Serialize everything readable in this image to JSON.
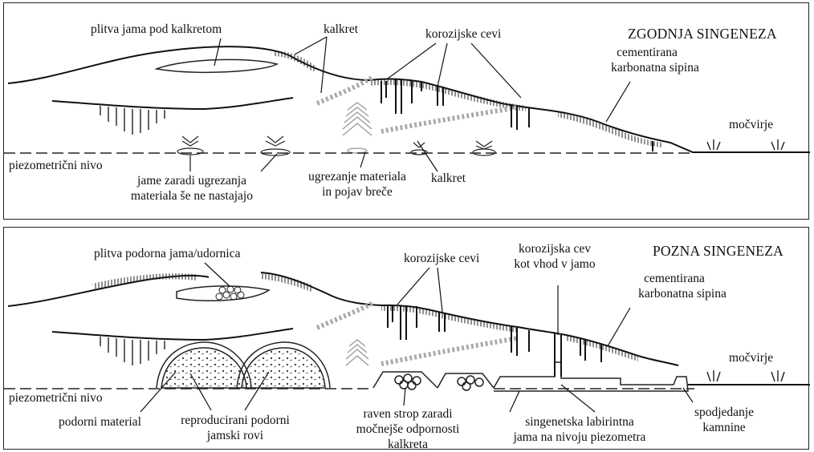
{
  "top": {
    "title": "ZGODNJA SINGENEZA",
    "labels": {
      "shallow_pit": "plitva jama pod kalkretom",
      "calcrete_1": "kalkret",
      "corrosion_pipes": "korozijske cevi",
      "cemented_dune_1": "cementirana",
      "cemented_dune_2": "karbonatna sipina",
      "marsh": "močvirje",
      "piezo": "piezometrični nivo",
      "pits_not_1": "jame zaradi ugrezanja",
      "pits_not_2": "materiala še ne nastajajo",
      "subsidence_1": "ugrezanje materiala",
      "subsidence_2": "in pojav breče",
      "calcrete_2": "kalkret"
    }
  },
  "bottom": {
    "title": "POZNA SINGENEZA",
    "labels": {
      "doline": "plitva podorna jama/udornica",
      "corrosion_pipes": "korozijske cevi",
      "pipe_entrance_1": "korozijska cev",
      "pipe_entrance_2": "kot vhod v jamo",
      "cemented_dune_1": "cementirana",
      "cemented_dune_2": "karbonatna sipina",
      "marsh": "močvirje",
      "piezo": "piezometrični nivo",
      "breakdown": "podorni material",
      "reproduced_1": "reproducirani podorni",
      "reproduced_2": "jamski rovi",
      "flat_roof_1": "raven strop zaradi",
      "flat_roof_2": "močnejše odpornosti",
      "flat_roof_3": "kalkreta",
      "labyrinth_1": "singenetska labirintna",
      "labyrinth_2": "jama na nivoju piezometra",
      "undercut_1": "spodjedanje",
      "undercut_2": "kamnine"
    }
  }
}
